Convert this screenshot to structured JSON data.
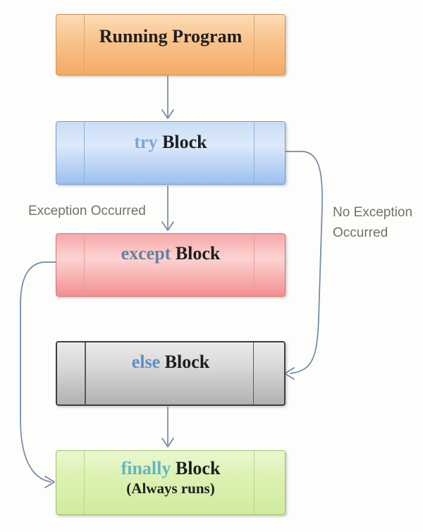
{
  "diagram": {
    "type": "flowchart",
    "nodes": {
      "running": {
        "text": "Running Program"
      },
      "try": {
        "keyword": "try",
        "text": " Block"
      },
      "except": {
        "keyword": "except",
        "text": " Block"
      },
      "else": {
        "keyword": "else",
        "text": " Block"
      },
      "finally": {
        "keyword": "finally",
        "text": " Block",
        "subtext": "(Always runs)"
      }
    },
    "labels": {
      "exception_path": "Exception Occurred",
      "no_exception_line1": "No Exception",
      "no_exception_line2": "Occurred"
    },
    "colors": {
      "connector": "#7189a5",
      "edge_label_text": "#6f7368",
      "block_text": "#1e1e1e",
      "try_keyword": "#7aa6d8",
      "except_keyword": "#64839f",
      "else_keyword": "#5e8ecb",
      "finally_keyword": "#66b5c0",
      "running_fill": "#f8c28b",
      "running_border": "#cf9053",
      "try_fill": "#aecbf2",
      "try_border": "#6f9ad0",
      "except_fill": "#f8b0b0",
      "except_border": "#d96f6f",
      "else_fill": "#c9c9c9",
      "else_border": "#3e3e3e",
      "finally_fill": "#dcf2b0",
      "finally_border": "#a0bf66"
    }
  }
}
